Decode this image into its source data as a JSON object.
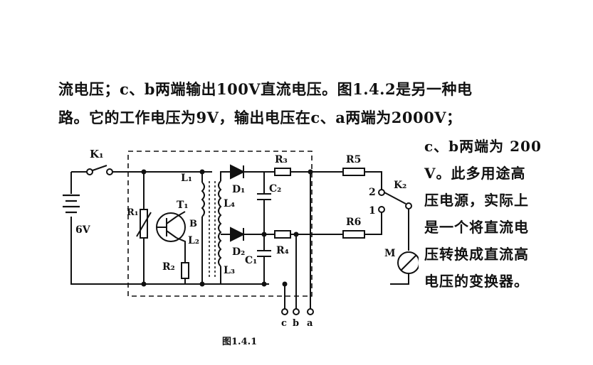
{
  "text": {
    "line1": "流电压；c、b两端输出100V直流电压。图1.4.2是另一种电",
    "line2": "路。它的工作电压为9V，输出电压在c、a两端为2000V；",
    "side": [
      "c、b两端为 200",
      "V。此多用途高",
      "压电源，实际上",
      "是一个将直流电",
      "压转换成直流高",
      "电压的变换器。"
    ]
  },
  "figure": {
    "caption": "图1.4.1",
    "labels": {
      "k1": "K₁",
      "k2": "K₂",
      "battery": "6V",
      "r1": "R₁",
      "r2": "R₂",
      "r3": "R₃",
      "r4": "R₄",
      "r5": "R5",
      "r6": "R6",
      "t1": "T₁",
      "l1": "L₁",
      "l2": "L₂",
      "l3": "L₃",
      "l4": "L₄",
      "b": "B",
      "d1": "D₁",
      "d2": "D₂",
      "c1": "C₁",
      "c2": "C₂",
      "m": "M",
      "sw2": "2",
      "sw1": "1",
      "term_c": "c",
      "term_b": "b",
      "term_a": "a"
    }
  }
}
